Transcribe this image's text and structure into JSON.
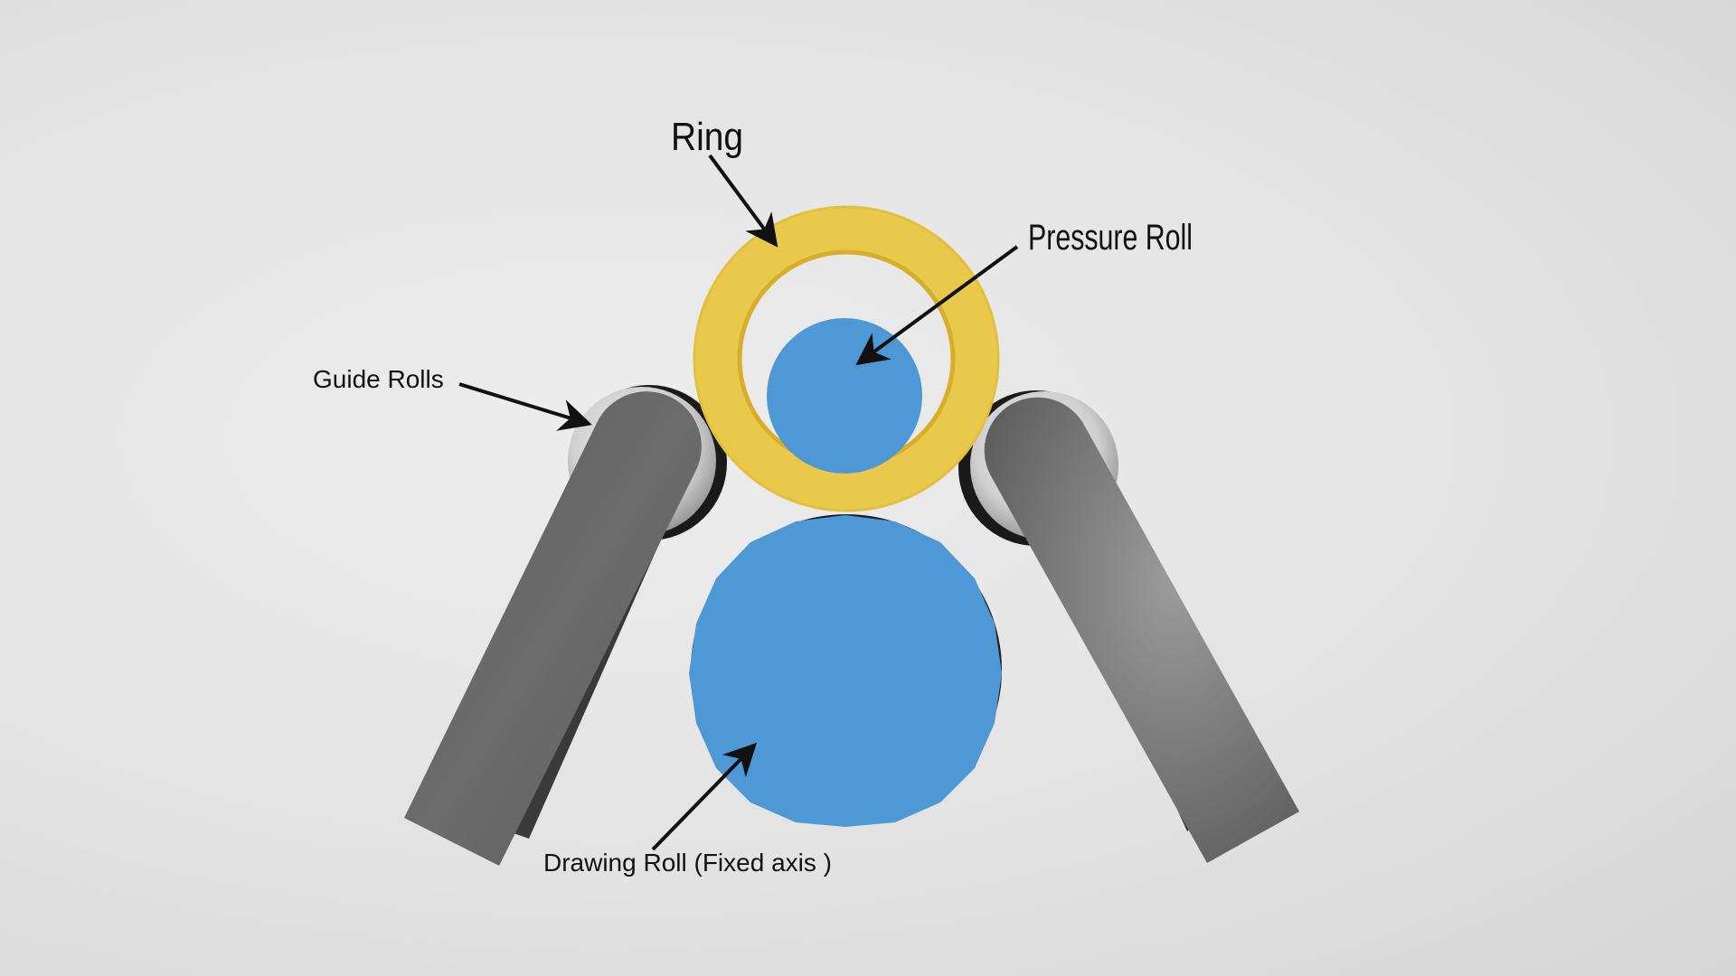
{
  "labels": {
    "ring": "Ring",
    "pressure_roll": "Pressure Roll",
    "guide_rolls": "Guide Rolls",
    "drawing_roll": "Drawing Roll (Fixed axis )"
  },
  "colors": {
    "background": "#e3e3e3",
    "roll_blue": "#4f98d6",
    "ring_yellow": "#e8c94c",
    "ring_yellow_dark": "#d8ad2a",
    "arm_gray": "#666666",
    "arm_shadow": "#3a3a3a",
    "arrow": "#111111"
  }
}
